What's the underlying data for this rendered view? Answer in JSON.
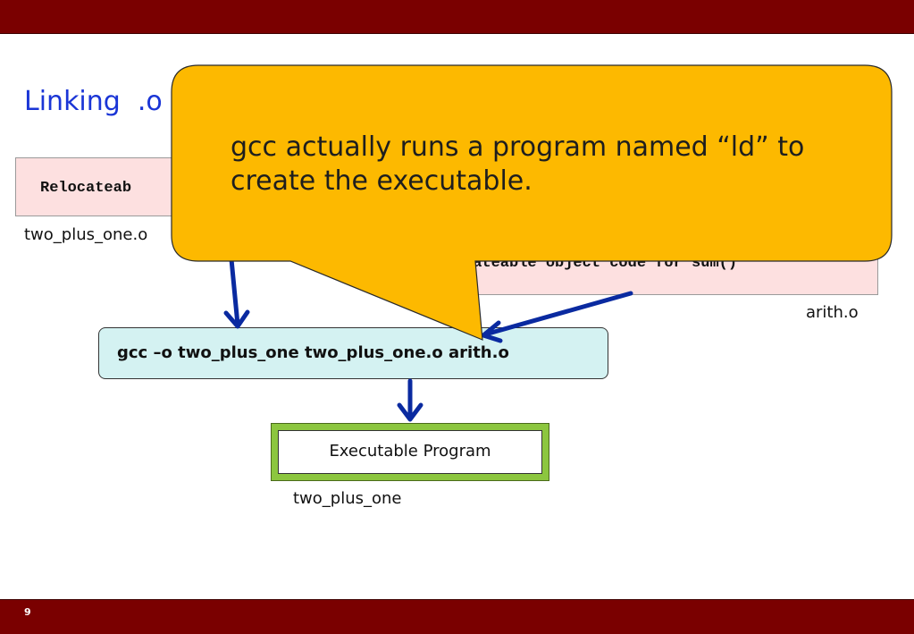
{
  "header": {
    "color": "#7a0000"
  },
  "title": "Linking  .o",
  "left_object": {
    "code_text": "Relocateab",
    "filename": "two_plus_one.o"
  },
  "right_object": {
    "code_text": "cateable object code for sum()",
    "filename": "arith.o"
  },
  "command": {
    "text": "gcc –o two_plus_one two_plus_one.o arith.o"
  },
  "executable": {
    "label": "Executable Program",
    "filename": "two_plus_one"
  },
  "callout": {
    "line1": "gcc actually runs a program named “ld” to",
    "line2": "create the executable.",
    "color": "#fdb900"
  },
  "footer": {
    "page_number": "9"
  },
  "colors": {
    "title": "#1a35d6",
    "arrow": "#0a2aa0",
    "object_box": "#fde0e0",
    "command_box": "#d4f2f2",
    "exec_border": "#8cc63f"
  }
}
